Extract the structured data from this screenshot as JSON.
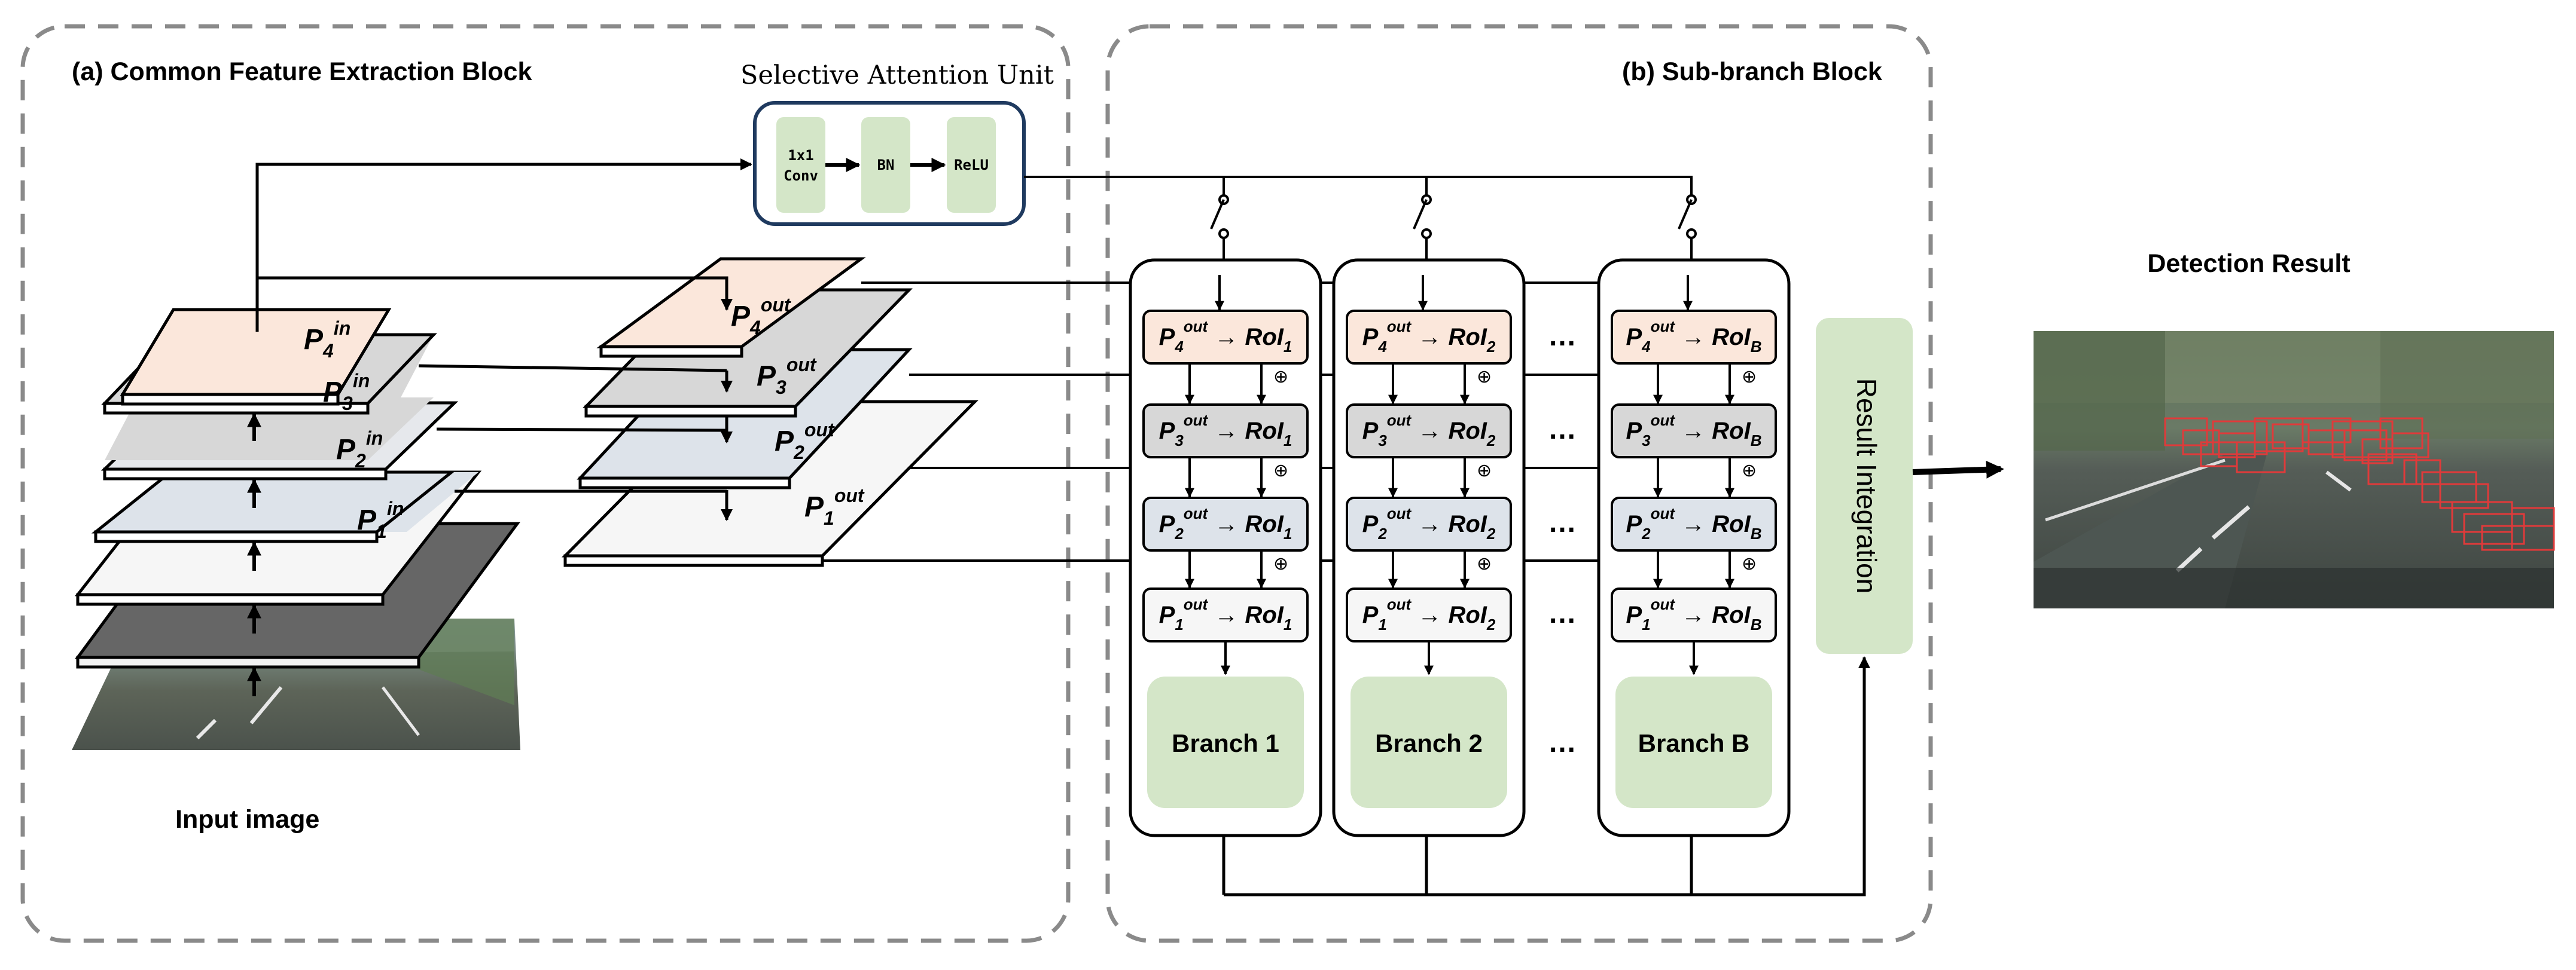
{
  "left_block": {
    "title": "(a) Common Feature Extraction Block",
    "input_caption": "Input image"
  },
  "attention_unit": {
    "title": "Selective Attention Unit",
    "steps": [
      "1x1 Conv",
      "BN",
      "ReLU"
    ]
  },
  "right_block": {
    "title": "(b) Sub-branch Block"
  },
  "pyramid_in": [
    {
      "base": "P",
      "idx": "4",
      "sup": "in"
    },
    {
      "base": "P",
      "idx": "3",
      "sup": "in"
    },
    {
      "base": "P",
      "idx": "2",
      "sup": "in"
    },
    {
      "base": "P",
      "idx": "1",
      "sup": "in"
    }
  ],
  "pyramid_out": [
    {
      "base": "P",
      "idx": "4",
      "sup": "out"
    },
    {
      "base": "P",
      "idx": "3",
      "sup": "out"
    },
    {
      "base": "P",
      "idx": "2",
      "sup": "out"
    },
    {
      "base": "P",
      "idx": "1",
      "sup": "out"
    }
  ],
  "branches": [
    {
      "name": "Branch 1",
      "roi_sub": "1"
    },
    {
      "name": "Branch 2",
      "roi_sub": "2"
    },
    {
      "name": "Branch B",
      "roi_sub": "B"
    }
  ],
  "roi_rows": [
    {
      "idx": "4",
      "color": "#fbe7db"
    },
    {
      "idx": "3",
      "color": "#d7d7d7"
    },
    {
      "idx": "2",
      "color": "#dde3ea"
    },
    {
      "idx": "1",
      "color": "#f6f6f6"
    }
  ],
  "roi_arrow": "→",
  "roi_label": "RoI",
  "ellipsis": "…",
  "plus_symbol": "⊕",
  "result_integration": "Result Integration",
  "detection_title": "Detection Result",
  "colors": {
    "green": "#d4e6c8",
    "navy": "#1f3a5f",
    "peach": "#fbe7db",
    "gray": "#d7d7d7",
    "blue_gray": "#dde3ea",
    "light": "#f6f6f6",
    "dark": "#555555",
    "box_red": "#e03a3a"
  }
}
